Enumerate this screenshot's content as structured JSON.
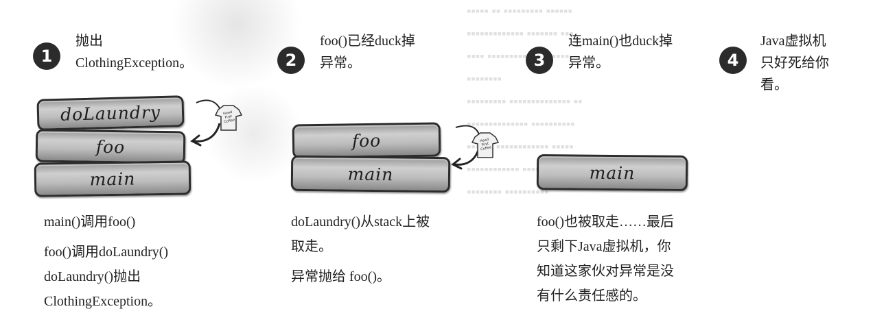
{
  "steps": [
    {
      "number": "1",
      "text": [
        "抛出",
        "ClothingException。"
      ]
    },
    {
      "number": "2",
      "text": [
        "foo()已经duck掉",
        "异常。"
      ]
    },
    {
      "number": "3",
      "text": [
        "连main()也duck掉",
        "异常。"
      ]
    },
    {
      "number": "4",
      "text": [
        "Java虚拟机",
        "只好死给你",
        "看。"
      ]
    }
  ],
  "stacks": {
    "s1": [
      "doLaundry",
      "foo",
      "main"
    ],
    "s2": [
      "foo",
      "main"
    ],
    "s3": [
      "main"
    ]
  },
  "shirt_label": [
    "Head",
    "First",
    "Coffee"
  ],
  "captions": {
    "c1": [
      "main()调用foo()",
      "foo()调用doLaundry()",
      "doLaundry()抛出",
      "ClothingException。"
    ],
    "c2": [
      "doLaundry()从stack上被",
      "取走。",
      "异常抛给 foo()。"
    ],
    "c3": [
      "foo()也被取走……最后",
      "只剩下Java虚拟机，你",
      "知道这家伙对异常是没",
      "有什么责任感的。"
    ]
  }
}
